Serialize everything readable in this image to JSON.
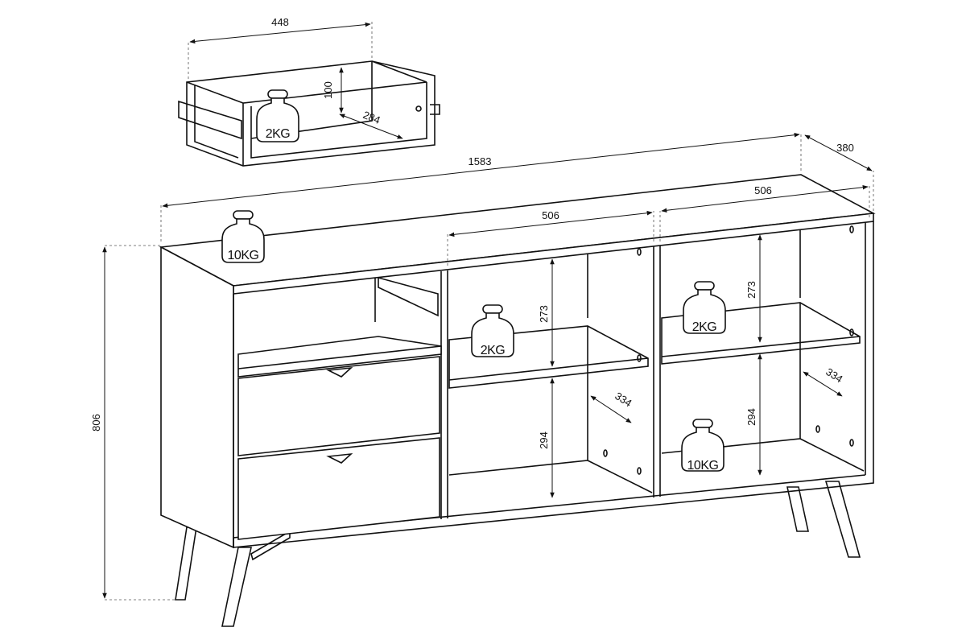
{
  "drawer": {
    "width_label": "448",
    "height_label": "100",
    "depth_label": "284",
    "load_label": "2KG"
  },
  "cabinet": {
    "width_label": "1583",
    "depth_label": "380",
    "height_label": "806",
    "top_load_label": "10KG"
  },
  "middle_section": {
    "width_label": "506",
    "upper_height_label": "273",
    "lower_height_label": "294",
    "shelf_depth_label": "334",
    "shelf_load_label": "2KG"
  },
  "right_section": {
    "width_label": "506",
    "upper_height_label": "273",
    "lower_height_label": "294",
    "shelf_depth_label": "334",
    "shelf_load_label": "2KG",
    "bottom_load_label": "10KG"
  },
  "colors": {
    "line": "#111111",
    "background": "#ffffff"
  }
}
